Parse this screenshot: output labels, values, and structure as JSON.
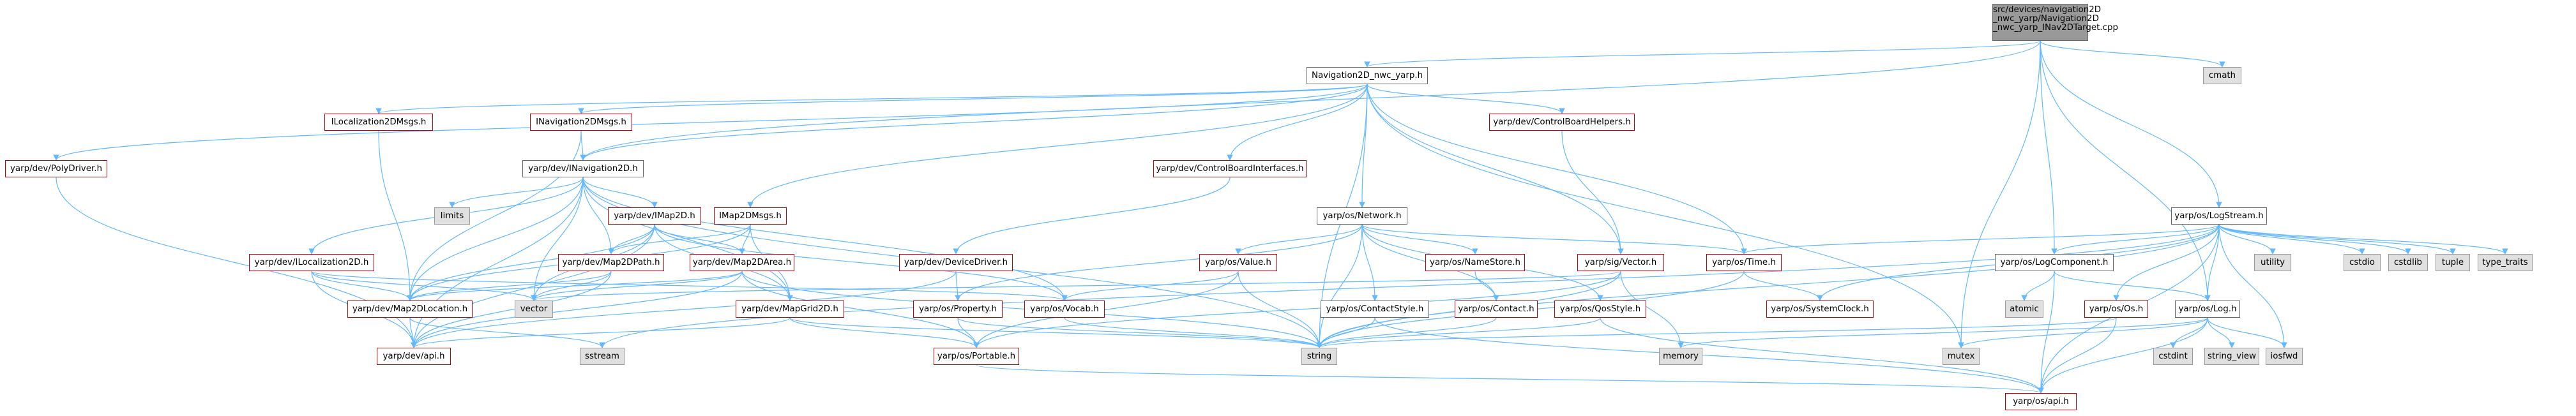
{
  "graph": {
    "root_label": "src/devices/navigation2D\n_nwc_yarp/Navigation2D\n_nwc_yarp_INav2DTarget.cpp",
    "edge_color": "#63b8ff",
    "red_border_color": "#c00000",
    "gray_fill_color": "#e0e0e0",
    "root_fill_color": "#999999",
    "nodes": [
      {
        "id": "root",
        "label": "src/devices/navigation2D\n_nwc_yarp/Navigation2D\n_nwc_yarp_INav2DTarget.cpp",
        "style": "root"
      },
      {
        "id": "nav_nwc",
        "label": "Navigation2D_nwc_yarp.h",
        "style": "plain"
      },
      {
        "id": "cmath",
        "label": "cmath",
        "style": "gray"
      },
      {
        "id": "ilocmsgs",
        "label": "ILocalization2DMsgs.h",
        "style": "red"
      },
      {
        "id": "inavmsgs",
        "label": "INavigation2DMsgs.h",
        "style": "red"
      },
      {
        "id": "polydrv",
        "label": "yarp/dev/PolyDriver.h",
        "style": "red"
      },
      {
        "id": "cbhelpers",
        "label": "yarp/dev/ControlBoardHelpers.h",
        "style": "red"
      },
      {
        "id": "inav2d",
        "label": "yarp/dev/INavigation2D.h",
        "style": "plain"
      },
      {
        "id": "cbi",
        "label": "yarp/dev/ControlBoardInterfaces.h",
        "style": "red"
      },
      {
        "id": "network",
        "label": "yarp/os/Network.h",
        "style": "plain"
      },
      {
        "id": "logstream",
        "label": "yarp/os/LogStream.h",
        "style": "plain"
      },
      {
        "id": "limits",
        "label": "limits",
        "style": "gray"
      },
      {
        "id": "imap2d",
        "label": "yarp/dev/IMap2D.h",
        "style": "red"
      },
      {
        "id": "imap2dmsgs",
        "label": "IMap2DMsgs.h",
        "style": "red"
      },
      {
        "id": "iloc2d",
        "label": "yarp/dev/ILocalization2D.h",
        "style": "red"
      },
      {
        "id": "map2dpath",
        "label": "yarp/dev/Map2DPath.h",
        "style": "red"
      },
      {
        "id": "map2darea",
        "label": "yarp/dev/Map2DArea.h",
        "style": "red"
      },
      {
        "id": "devdriver",
        "label": "yarp/dev/DeviceDriver.h",
        "style": "red"
      },
      {
        "id": "value",
        "label": "yarp/os/Value.h",
        "style": "red"
      },
      {
        "id": "namestore",
        "label": "yarp/os/NameStore.h",
        "style": "red"
      },
      {
        "id": "vector",
        "label": "yarp/sig/Vector.h",
        "style": "red"
      },
      {
        "id": "time",
        "label": "yarp/os/Time.h",
        "style": "red"
      },
      {
        "id": "logcomp",
        "label": "yarp/os/LogComponent.h",
        "style": "plain"
      },
      {
        "id": "utility",
        "label": "utility",
        "style": "gray"
      },
      {
        "id": "cstdio",
        "label": "cstdio",
        "style": "gray"
      },
      {
        "id": "cstdlib",
        "label": "cstdlib",
        "style": "gray"
      },
      {
        "id": "tuple",
        "label": "tuple",
        "style": "gray"
      },
      {
        "id": "type_traits",
        "label": "type_traits",
        "style": "gray"
      },
      {
        "id": "vec",
        "label": "vector",
        "style": "gray"
      },
      {
        "id": "map2dloc",
        "label": "yarp/dev/Map2DLocation.h",
        "style": "red"
      },
      {
        "id": "mapgrid",
        "label": "yarp/dev/MapGrid2D.h",
        "style": "red"
      },
      {
        "id": "vocab",
        "label": "yarp/os/Vocab.h",
        "style": "red"
      },
      {
        "id": "property",
        "label": "yarp/os/Property.h",
        "style": "red"
      },
      {
        "id": "contactstyle",
        "label": "yarp/os/ContactStyle.h",
        "style": "plain"
      },
      {
        "id": "contact",
        "label": "yarp/os/Contact.h",
        "style": "red"
      },
      {
        "id": "qosstyle",
        "label": "yarp/os/QosStyle.h",
        "style": "red"
      },
      {
        "id": "sysclock",
        "label": "yarp/os/SystemClock.h",
        "style": "red"
      },
      {
        "id": "atomic",
        "label": "atomic",
        "style": "gray"
      },
      {
        "id": "os",
        "label": "yarp/os/Os.h",
        "style": "red"
      },
      {
        "id": "log",
        "label": "yarp/os/Log.h",
        "style": "plain"
      },
      {
        "id": "devapi",
        "label": "yarp/dev/api.h",
        "style": "red"
      },
      {
        "id": "sstream",
        "label": "sstream",
        "style": "gray"
      },
      {
        "id": "portable",
        "label": "yarp/os/Portable.h",
        "style": "red"
      },
      {
        "id": "string",
        "label": "string",
        "style": "gray"
      },
      {
        "id": "memory",
        "label": "memory",
        "style": "gray"
      },
      {
        "id": "mutex",
        "label": "mutex",
        "style": "gray"
      },
      {
        "id": "cstdint",
        "label": "cstdint",
        "style": "gray"
      },
      {
        "id": "string_view",
        "label": "string_view",
        "style": "gray"
      },
      {
        "id": "iosfwd",
        "label": "iosfwd",
        "style": "gray"
      },
      {
        "id": "osapi",
        "label": "yarp/os/api.h",
        "style": "red"
      }
    ],
    "edges": [
      [
        "root",
        "nav_nwc"
      ],
      [
        "root",
        "cmath"
      ],
      [
        "root",
        "inav2d"
      ],
      [
        "root",
        "logstream"
      ],
      [
        "root",
        "logcomp"
      ],
      [
        "root",
        "log"
      ],
      [
        "root",
        "mutex"
      ],
      [
        "nav_nwc",
        "ilocmsgs"
      ],
      [
        "nav_nwc",
        "inavmsgs"
      ],
      [
        "nav_nwc",
        "polydrv"
      ],
      [
        "nav_nwc",
        "cbhelpers"
      ],
      [
        "nav_nwc",
        "inav2d"
      ],
      [
        "nav_nwc",
        "cbi"
      ],
      [
        "nav_nwc",
        "network"
      ],
      [
        "nav_nwc",
        "imap2dmsgs"
      ],
      [
        "nav_nwc",
        "vector"
      ],
      [
        "nav_nwc",
        "time"
      ],
      [
        "nav_nwc",
        "string"
      ],
      [
        "nav_nwc",
        "mutex"
      ],
      [
        "ilocmsgs",
        "map2dloc"
      ],
      [
        "inavmsgs",
        "map2dloc"
      ],
      [
        "inavmsgs",
        "inav2d"
      ],
      [
        "polydrv",
        "devapi"
      ],
      [
        "cbhelpers",
        "vector"
      ],
      [
        "cbi",
        "devdriver"
      ],
      [
        "inav2d",
        "limits"
      ],
      [
        "inav2d",
        "imap2d"
      ],
      [
        "inav2d",
        "iloc2d"
      ],
      [
        "inav2d",
        "map2dpath"
      ],
      [
        "inav2d",
        "map2dloc"
      ],
      [
        "inav2d",
        "mapgrid"
      ],
      [
        "inav2d",
        "vocab"
      ],
      [
        "inav2d",
        "devapi"
      ],
      [
        "inav2d",
        "vec"
      ],
      [
        "inav2d",
        "string"
      ],
      [
        "imap2d",
        "map2dloc"
      ],
      [
        "imap2d",
        "map2dpath"
      ],
      [
        "imap2d",
        "map2darea"
      ],
      [
        "imap2d",
        "mapgrid"
      ],
      [
        "imap2d",
        "vocab"
      ],
      [
        "imap2d",
        "devapi"
      ],
      [
        "imap2d",
        "vec"
      ],
      [
        "imap2dmsgs",
        "map2dloc"
      ],
      [
        "imap2dmsgs",
        "map2darea"
      ],
      [
        "imap2dmsgs",
        "map2dpath"
      ],
      [
        "imap2dmsgs",
        "mapgrid"
      ],
      [
        "iloc2d",
        "map2dloc"
      ],
      [
        "iloc2d",
        "devapi"
      ],
      [
        "iloc2d",
        "vec"
      ],
      [
        "iloc2d",
        "vocab"
      ],
      [
        "map2dpath",
        "map2dloc"
      ],
      [
        "map2dpath",
        "devapi"
      ],
      [
        "map2dpath",
        "vec"
      ],
      [
        "map2darea",
        "map2dloc"
      ],
      [
        "map2darea",
        "portable"
      ],
      [
        "map2darea",
        "devapi"
      ],
      [
        "map2darea",
        "vec"
      ],
      [
        "map2darea",
        "string"
      ],
      [
        "map2dloc",
        "devapi"
      ],
      [
        "map2dloc",
        "sstream"
      ],
      [
        "mapgrid",
        "portable"
      ],
      [
        "mapgrid",
        "string"
      ],
      [
        "mapgrid",
        "devapi"
      ],
      [
        "vocab",
        "string"
      ],
      [
        "devdriver",
        "property"
      ],
      [
        "devdriver",
        "devapi"
      ],
      [
        "network",
        "contactstyle"
      ],
      [
        "network",
        "value"
      ],
      [
        "network",
        "namestore"
      ],
      [
        "network",
        "contact"
      ],
      [
        "network",
        "qosstyle"
      ],
      [
        "network",
        "property"
      ],
      [
        "network",
        "time"
      ],
      [
        "network",
        "string"
      ],
      [
        "value",
        "portable"
      ],
      [
        "value",
        "vocab"
      ],
      [
        "value",
        "string"
      ],
      [
        "namestore",
        "contact"
      ],
      [
        "property",
        "portable"
      ],
      [
        "property",
        "string"
      ],
      [
        "contactstyle",
        "string"
      ],
      [
        "contactstyle",
        "osapi"
      ],
      [
        "contact",
        "string"
      ],
      [
        "qosstyle",
        "osapi"
      ],
      [
        "qosstyle",
        "string"
      ],
      [
        "vector",
        "portable"
      ],
      [
        "vector",
        "memory"
      ],
      [
        "vector",
        "string"
      ],
      [
        "vector",
        "vec"
      ],
      [
        "time",
        "sysclock"
      ],
      [
        "time",
        "string"
      ],
      [
        "logstream",
        "utility"
      ],
      [
        "logstream",
        "cstdio"
      ],
      [
        "logstream",
        "cstdlib"
      ],
      [
        "logstream",
        "tuple"
      ],
      [
        "logstream",
        "type_traits"
      ],
      [
        "logstream",
        "time"
      ],
      [
        "logstream",
        "sysclock"
      ],
      [
        "logstream",
        "os"
      ],
      [
        "logstream",
        "log"
      ],
      [
        "logstream",
        "logcomp"
      ],
      [
        "logstream",
        "string"
      ],
      [
        "logstream",
        "sstream"
      ],
      [
        "logstream",
        "iosfwd"
      ],
      [
        "logstream",
        "osapi"
      ],
      [
        "logcomp",
        "atomic"
      ],
      [
        "logcomp",
        "log"
      ],
      [
        "logcomp",
        "osapi"
      ],
      [
        "os",
        "string"
      ],
      [
        "os",
        "osapi"
      ],
      [
        "log",
        "cstdint"
      ],
      [
        "log",
        "string_view"
      ],
      [
        "log",
        "iosfwd"
      ],
      [
        "log",
        "osapi"
      ],
      [
        "log",
        "memory"
      ],
      [
        "log",
        "mutex"
      ],
      [
        "portable",
        "osapi"
      ]
    ]
  }
}
